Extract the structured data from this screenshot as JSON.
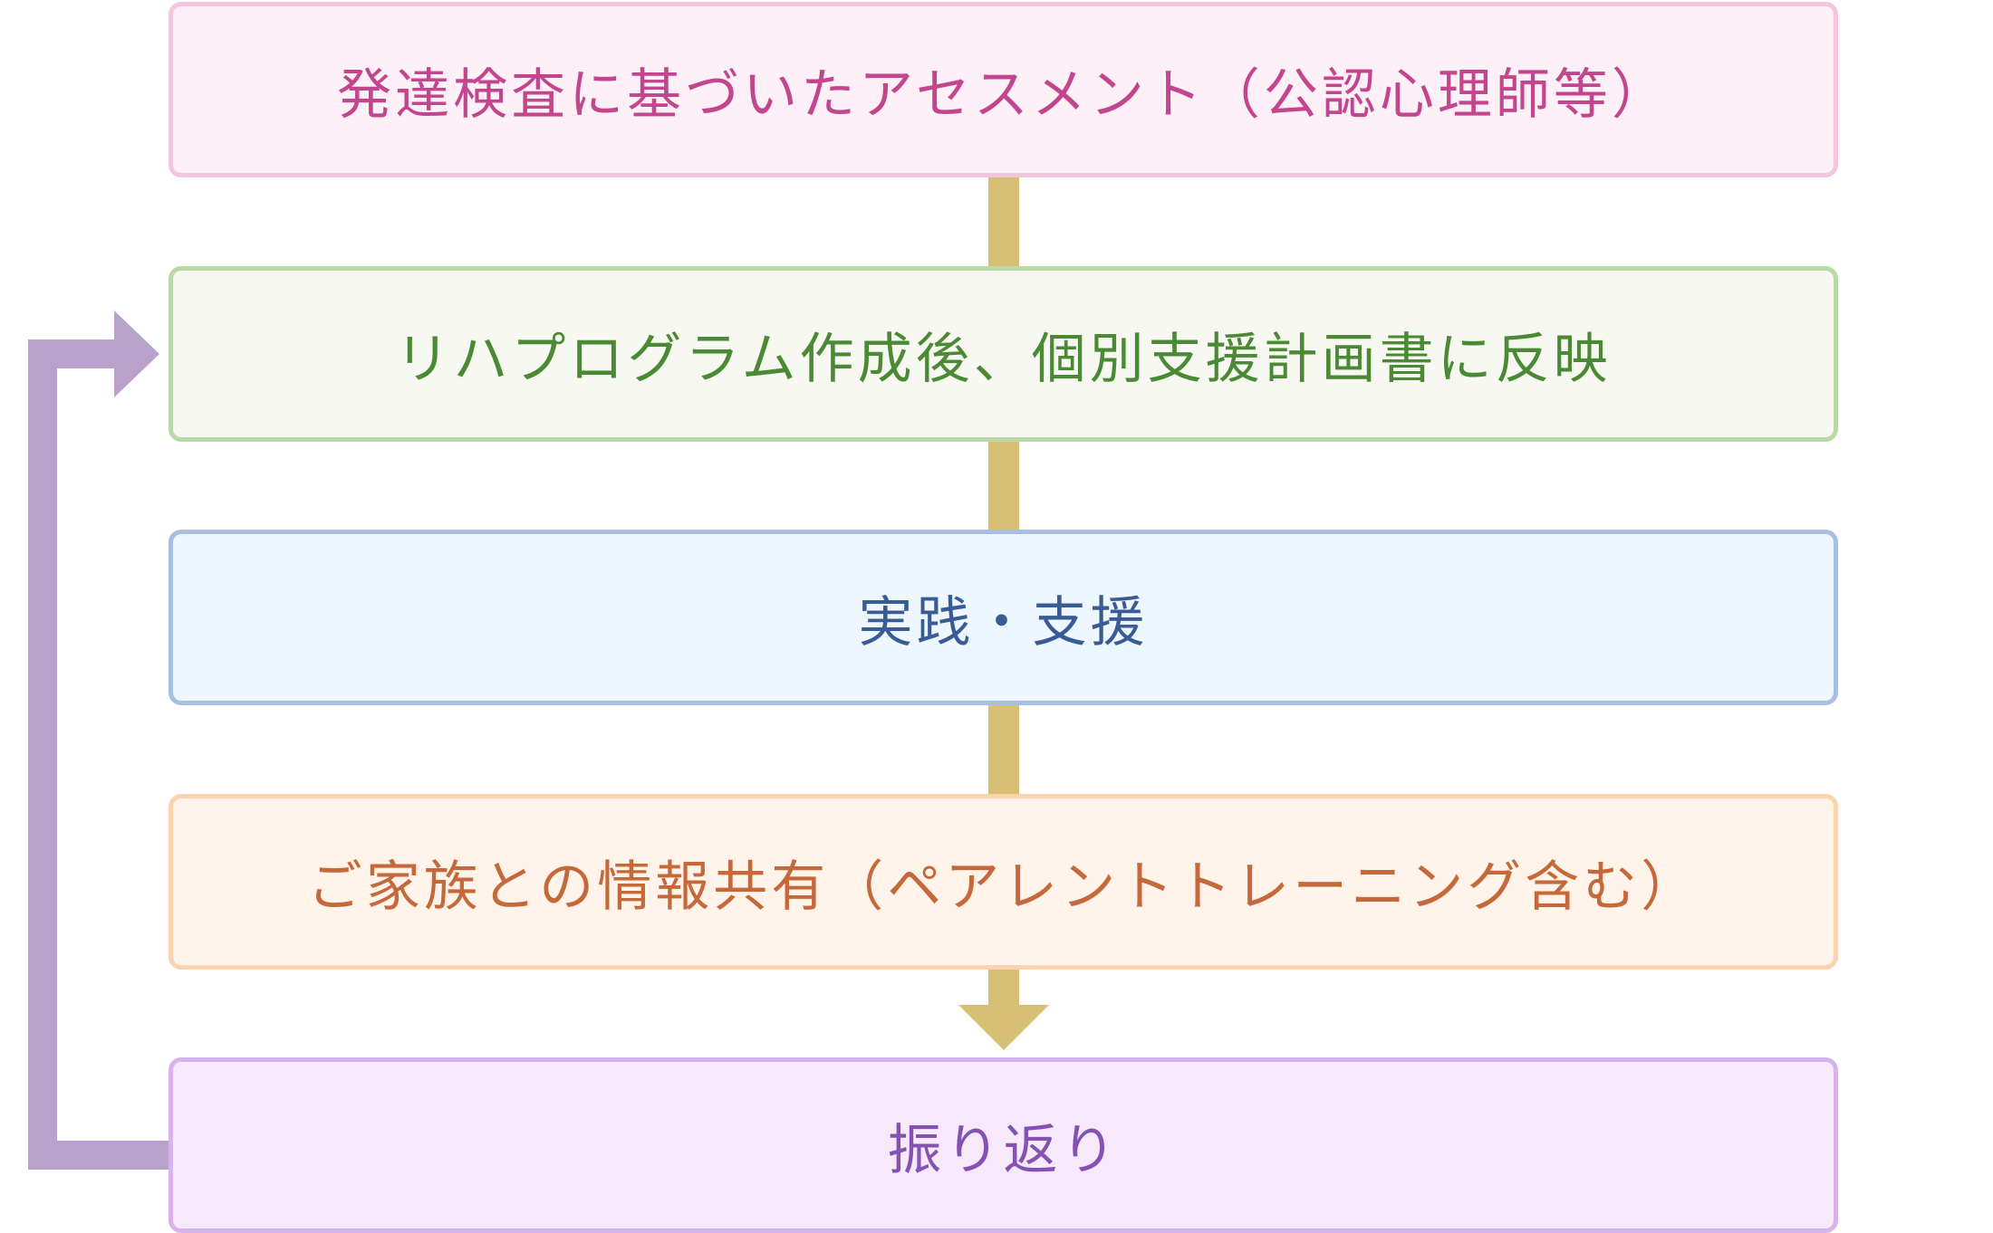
{
  "steps": [
    {
      "label": "発達検査に基づいたアセスメント（公認心理師等）",
      "border": "#f3c6df",
      "fill": "#fdf0f6",
      "text": "#c2458e"
    },
    {
      "label": "リハプログラム作成後、個別支援計画書に反映",
      "border": "#b9d9a8",
      "fill": "#f7f8f1",
      "text": "#4a8a34"
    },
    {
      "label": "実践・支援",
      "border": "#a8bfe2",
      "fill": "#edf7fd",
      "text": "#3a5c96"
    },
    {
      "label": "ご家族との情報共有（ペアレントトレーニング含む）",
      "border": "#fbd3af",
      "fill": "#fff3ea",
      "text": "#c5683a"
    },
    {
      "label": "振り返り",
      "border": "#d7b3ee",
      "fill": "#f6e9fc",
      "text": "#8552b3"
    }
  ],
  "connectors": {
    "color": "#d7bf74"
  },
  "loop": {
    "color": "#b8a2cc"
  }
}
